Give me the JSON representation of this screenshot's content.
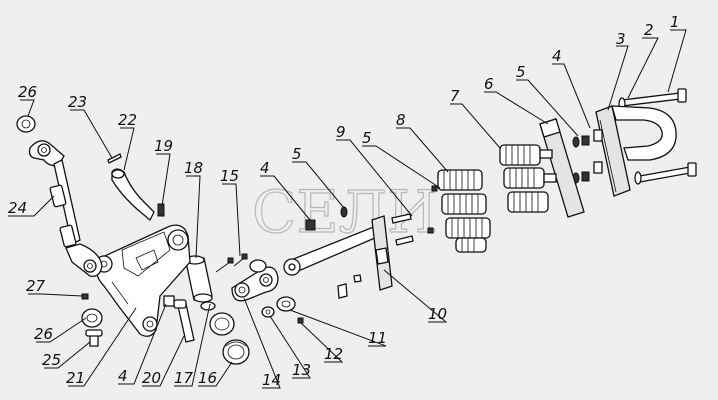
{
  "watermark": "СЕЛИ",
  "callouts": [
    {
      "id": "c1",
      "label": "1"
    },
    {
      "id": "c2",
      "label": "2"
    },
    {
      "id": "c3",
      "label": "3"
    },
    {
      "id": "c4a",
      "label": "4"
    },
    {
      "id": "c5a",
      "label": "5"
    },
    {
      "id": "c6",
      "label": "6"
    },
    {
      "id": "c7",
      "label": "7"
    },
    {
      "id": "c8",
      "label": "8"
    },
    {
      "id": "c5b",
      "label": "5"
    },
    {
      "id": "c9",
      "label": "9"
    },
    {
      "id": "c5c",
      "label": "5"
    },
    {
      "id": "c4b",
      "label": "4"
    },
    {
      "id": "c15",
      "label": "15"
    },
    {
      "id": "c18",
      "label": "18"
    },
    {
      "id": "c19",
      "label": "19"
    },
    {
      "id": "c22",
      "label": "22"
    },
    {
      "id": "c23",
      "label": "23"
    },
    {
      "id": "c26a",
      "label": "26"
    },
    {
      "id": "c24",
      "label": "24"
    },
    {
      "id": "c27",
      "label": "27"
    },
    {
      "id": "c26b",
      "label": "26"
    },
    {
      "id": "c25",
      "label": "25"
    },
    {
      "id": "c21",
      "label": "21"
    },
    {
      "id": "c4c",
      "label": "4"
    },
    {
      "id": "c20",
      "label": "20"
    },
    {
      "id": "c17",
      "label": "17"
    },
    {
      "id": "c16",
      "label": "16"
    },
    {
      "id": "c14",
      "label": "14"
    },
    {
      "id": "c13",
      "label": "13"
    },
    {
      "id": "c12",
      "label": "12"
    },
    {
      "id": "c11",
      "label": "11"
    },
    {
      "id": "c10",
      "label": "10"
    }
  ]
}
